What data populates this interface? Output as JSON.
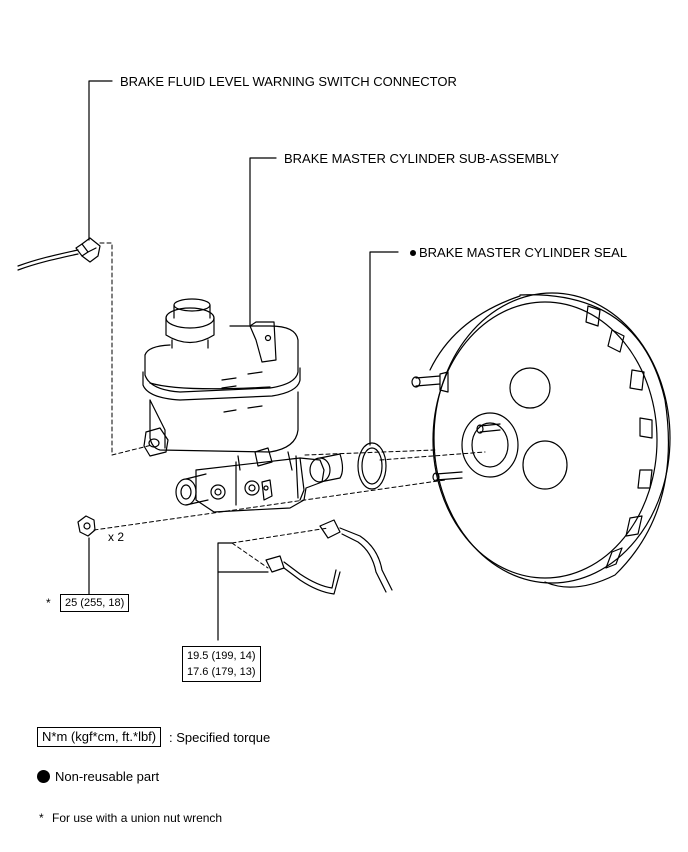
{
  "callouts": {
    "warning_switch_connector": "BRAKE FLUID LEVEL WARNING SWITCH CONNECTOR",
    "master_cylinder_subassembly": "BRAKE MASTER CYLINDER SUB-ASSEMBLY",
    "master_cylinder_seal": "BRAKE MASTER CYLINDER SEAL",
    "nut_quantity": "x 2"
  },
  "torques": {
    "nut_torque": "25 (255, 18)",
    "nut_torque_marker": "*",
    "line_torque_1": "19.5 (199, 14)",
    "line_torque_2": "17.6 (179, 13)"
  },
  "legend": {
    "torque_units": "N*m (kgf*cm, ft.*lbf)",
    "torque_desc": ": Specified torque",
    "nonreusable_desc": "Non-reusable part",
    "footnote_marker": "*",
    "footnote_text": "For use with a union nut wrench"
  }
}
